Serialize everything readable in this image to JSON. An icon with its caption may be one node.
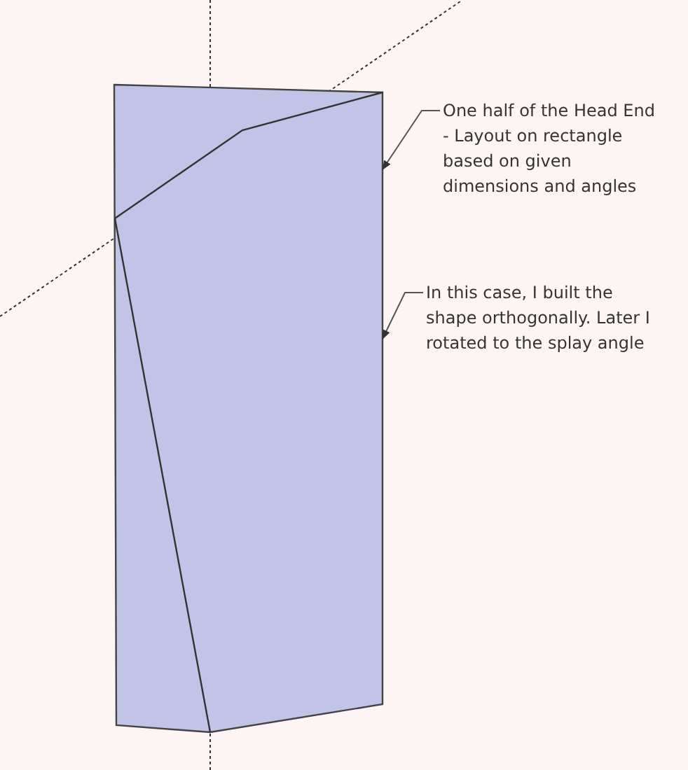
{
  "diagram": {
    "nodes": [
      {
        "text": [
          "One half of the Head End - Layout on rectangle based on given dimensions and angles"
        ]
      },
      {
        "text": [
          "In this case, I built the shape orthogonally. Later I rotated to the splay angle"
        ]
      },
      {
        "text": [],
        "shape": "box"
      }
    ],
    "edges": [
      {
        "from": 0,
        "to": 2,
        "arrow": "to"
      },
      {
        "from": 1,
        "to": 2,
        "arrow": "to"
      }
    ]
  }
}
